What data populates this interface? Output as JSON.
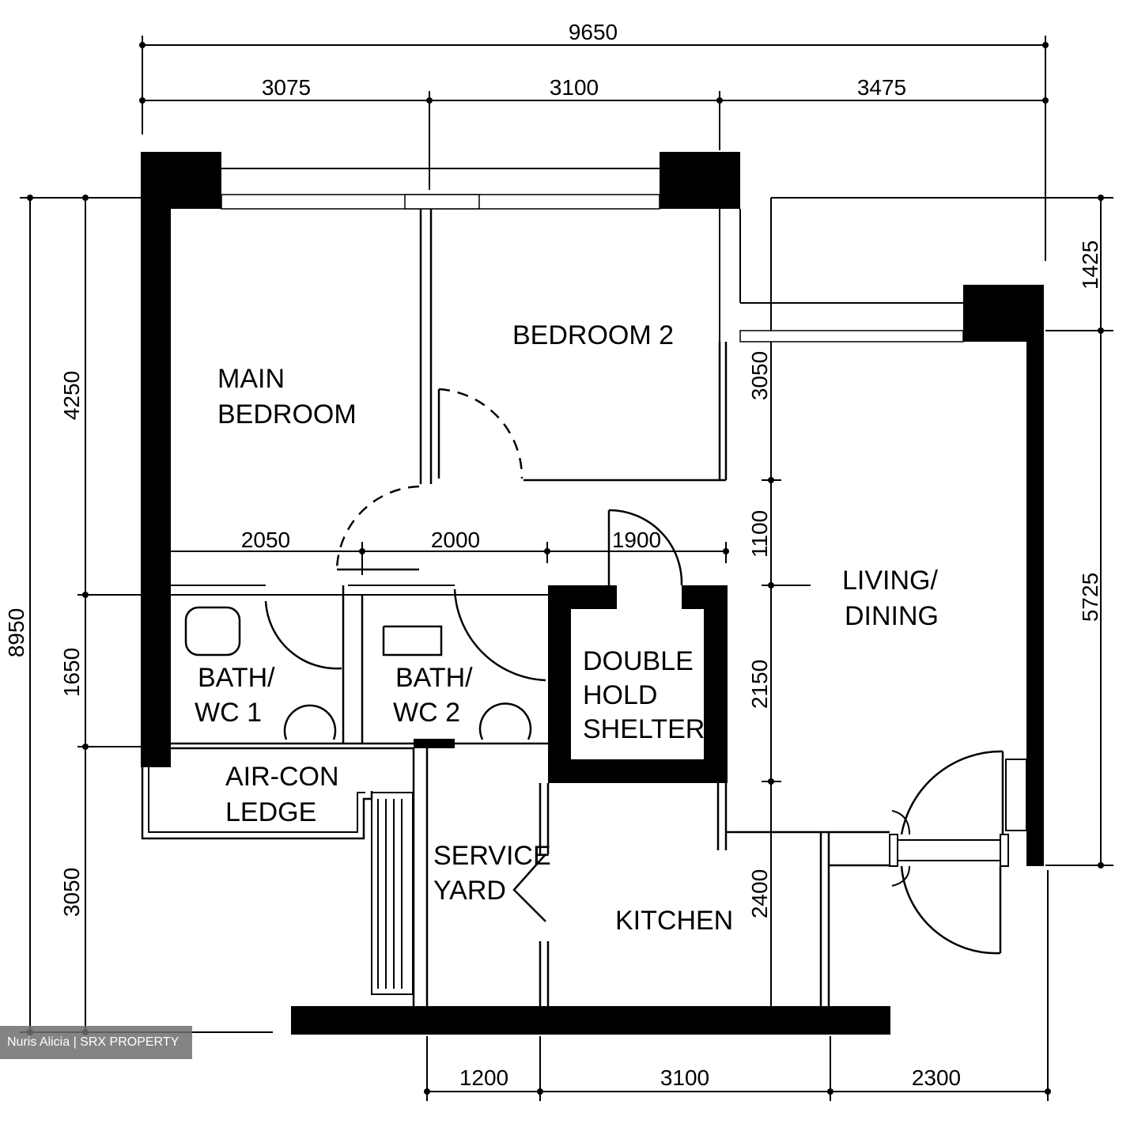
{
  "dimensions": {
    "overall_width": "9650",
    "top_segments": [
      "3075",
      "3100",
      "3475"
    ],
    "left_overall": "8950",
    "left_segments": [
      "4250",
      "1650",
      "3050"
    ],
    "right_segments": [
      "1425",
      "5725"
    ],
    "mid_vertical": [
      "3050",
      "1100",
      "2150",
      "2400"
    ],
    "corridor": [
      "2050",
      "2000",
      "1900"
    ],
    "bottom_segments": [
      "1200",
      "3100",
      "2300"
    ]
  },
  "rooms": {
    "main_bedroom": [
      "MAIN",
      "BEDROOM"
    ],
    "bedroom_2": "BEDROOM  2",
    "living": [
      "LIVING/",
      "DINING"
    ],
    "bath_1": [
      "BATH/",
      "WC  1"
    ],
    "bath_2": [
      "BATH/",
      "WC  2"
    ],
    "shelter": [
      "DOUBLE",
      "HOLD",
      "SHELTER"
    ],
    "aircon": [
      "AIR-CON",
      "LEDGE"
    ],
    "service": [
      "SERVICE",
      "YARD"
    ],
    "kitchen": "KITCHEN"
  },
  "watermark": "Nuris Alicia | SRX PROPERTY"
}
